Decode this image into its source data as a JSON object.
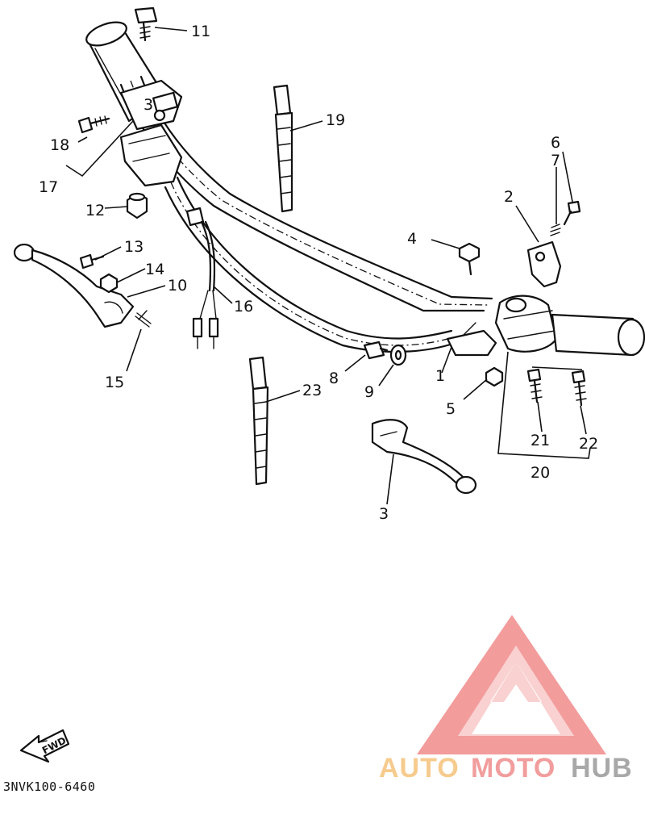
{
  "diagram": {
    "part_numbers": [
      "1",
      "2",
      "3",
      "4",
      "5",
      "6",
      "7",
      "8",
      "9",
      "10",
      "11",
      "12",
      "13",
      "14",
      "15",
      "16",
      "17",
      "18",
      "19",
      "20",
      "21",
      "22",
      "23"
    ],
    "fwd_label": "FWD",
    "diagram_code": "3NVK100-6460"
  },
  "watermark": {
    "word_part1": "AUTO",
    "word_part2": "MOTO",
    "word_part3": "HUB",
    "colors": {
      "auto": "#f5c27a",
      "moto": "#f08c8c",
      "hub": "#9a9a9a",
      "triangle": "#f28b8b"
    }
  }
}
